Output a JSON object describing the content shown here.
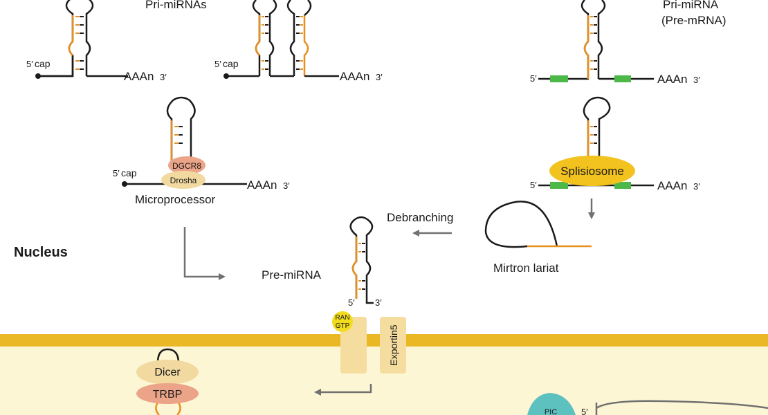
{
  "labels": {
    "pri_mirnas": "Pri-miRNAs",
    "pri_mirna": "Pri-miRNA",
    "pre_mrna": "(Pre-mRNA)",
    "cap": "cap",
    "five_prime": "5′",
    "three_prime": "3′",
    "poly_a": "AAAn",
    "dgcr8": "DGCR8",
    "drosha": "Drosha",
    "microprocessor": "Microprocessor",
    "splisiosome": "Splisiosome",
    "debranching": "Debranching",
    "mirtron_lariat": "Mirtron lariat",
    "nucleus": "Nucleus",
    "pre_mirna": "Pre-miRNA",
    "ran": "RAN",
    "gtp": "GTP",
    "exportin5": "Exportin5",
    "dicer": "Dicer",
    "trbp": "TRBP",
    "pic": "PIC"
  },
  "colors": {
    "rna_strand": "#1a1a1a",
    "mirna_strand": "#e8901e",
    "exon": "#4cb848",
    "dgcr8": "#eba487",
    "drosha": "#f2d9a0",
    "splisiosome": "#f2c21e",
    "ran_gtp": "#f2dc1e",
    "membrane": "#e9b824",
    "cytoplasm": "#fdf6d4",
    "pore": "#f5dda0",
    "dicer": "#f2d9a0",
    "trbp": "#eba487",
    "pic": "#5cc1bf",
    "arrow": "#707070"
  }
}
